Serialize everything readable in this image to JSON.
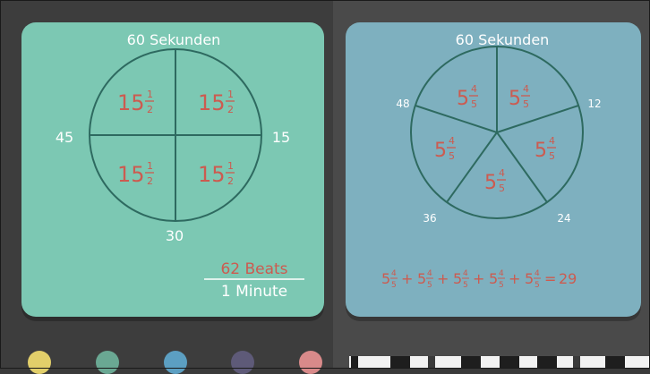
{
  "left_card": {
    "title": "60 Sekunden",
    "labels": {
      "left": "45",
      "right": "15",
      "bottom": "30"
    },
    "quadrants": [
      {
        "whole": "15",
        "num": "1",
        "den": "2"
      },
      {
        "whole": "15",
        "num": "1",
        "den": "2"
      },
      {
        "whole": "15",
        "num": "1",
        "den": "2"
      },
      {
        "whole": "15",
        "num": "1",
        "den": "2"
      }
    ],
    "fraction": {
      "numerator": "62 Beats",
      "denominator": "1 Minute"
    }
  },
  "right_card": {
    "title": "60 Sekunden",
    "labels": {
      "top_left": "48",
      "top_right": "12",
      "bottom_left": "36",
      "bottom_right": "24"
    },
    "slices": [
      {
        "whole": "5",
        "num": "4",
        "den": "5"
      },
      {
        "whole": "5",
        "num": "4",
        "den": "5"
      },
      {
        "whole": "5",
        "num": "4",
        "den": "5"
      },
      {
        "whole": "5",
        "num": "4",
        "den": "5"
      },
      {
        "whole": "5",
        "num": "4",
        "den": "5"
      }
    ],
    "equation": {
      "term_whole": "5",
      "term_num": "4",
      "term_den": "5",
      "operator": "+",
      "equals": "=",
      "result": "29"
    }
  },
  "colors": {
    "left_card": "#7cc8b3",
    "right_card": "#7eb0bf",
    "stroke": "#2e6a60",
    "red": "#cc5b50",
    "dots": [
      "#e2cf6a",
      "#6aa893",
      "#5c9fc2",
      "#5e5a78",
      "#d98a8a"
    ]
  }
}
